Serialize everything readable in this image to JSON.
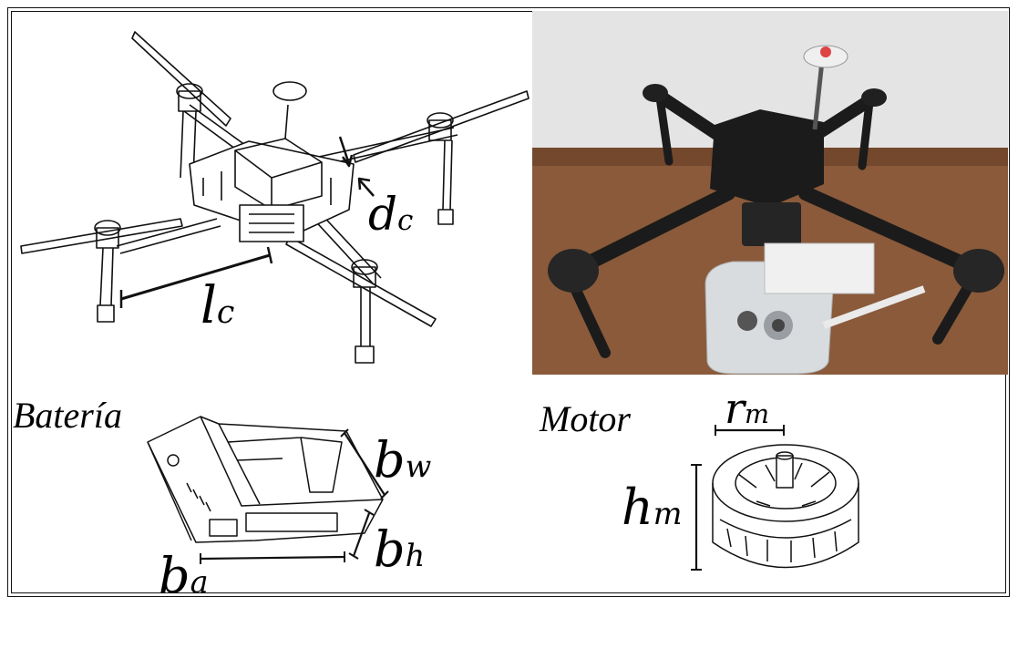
{
  "labels": {
    "drone_arm": {
      "main": "l",
      "sub": "c"
    },
    "drone_body": {
      "main": "d",
      "sub": "c"
    },
    "battery_title": "Batería",
    "battery_width": {
      "main": "b",
      "sub": "w"
    },
    "battery_height": {
      "main": "b",
      "sub": "h"
    },
    "battery_length": {
      "main": "b",
      "sub": "a"
    },
    "motor_title": "Motor",
    "motor_radius": {
      "main": "r",
      "sub": "m"
    },
    "motor_height": {
      "main": "h",
      "sub": "m"
    }
  },
  "colors": {
    "line": "#111111",
    "wall": "#e6e6e6",
    "table": "#8a5a3a",
    "drone_black": "#1b1b1b",
    "controller": "#d9dcde"
  },
  "icons": {
    "drone_line_drawing": "quadcopter-icon",
    "drone_photo": "drone-photo-icon",
    "battery_drawing": "battery-icon",
    "motor_drawing": "motor-icon"
  }
}
